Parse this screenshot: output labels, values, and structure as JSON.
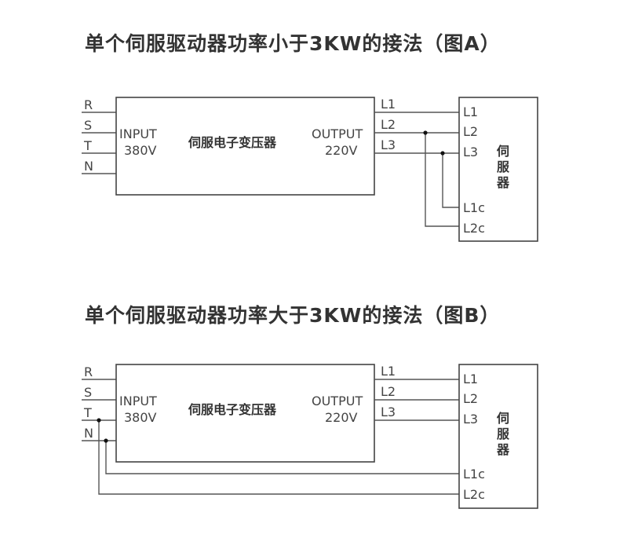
{
  "diagrams": [
    {
      "id": "A",
      "title": "单个伺服驱动器功率小于3KW的接法（图A）",
      "inputs": [
        "R",
        "S",
        "T",
        "N"
      ],
      "transformer": {
        "input_label": "INPUT",
        "input_voltage": "380V",
        "name": "伺服电子变压器",
        "output_label": "OUTPUT",
        "output_voltage": "220V"
      },
      "outputs": [
        "L1",
        "L2",
        "L3"
      ],
      "servo": {
        "name_chars": [
          "伺",
          "服",
          "器"
        ],
        "terminals": [
          "L1",
          "L2",
          "L3",
          "L1c",
          "L2c"
        ]
      },
      "control_connections": [
        {
          "terminal": "L1c",
          "source": "L3"
        },
        {
          "terminal": "L2c",
          "source": "L2"
        }
      ]
    },
    {
      "id": "B",
      "title": "单个伺服驱动器功率大于3KW的接法（图B）",
      "inputs": [
        "R",
        "S",
        "T",
        "N"
      ],
      "transformer": {
        "input_label": "INPUT",
        "input_voltage": "380V",
        "name": "伺服电子变压器",
        "output_label": "OUTPUT",
        "output_voltage": "220V"
      },
      "outputs": [
        "L1",
        "L2",
        "L3"
      ],
      "servo": {
        "name_chars": [
          "伺",
          "服",
          "器"
        ],
        "terminals": [
          "L1",
          "L2",
          "L3",
          "L1c",
          "L2c"
        ]
      },
      "control_connections": [
        {
          "terminal": "L1c",
          "source": "N"
        },
        {
          "terminal": "L2c",
          "source": "T"
        }
      ]
    }
  ]
}
